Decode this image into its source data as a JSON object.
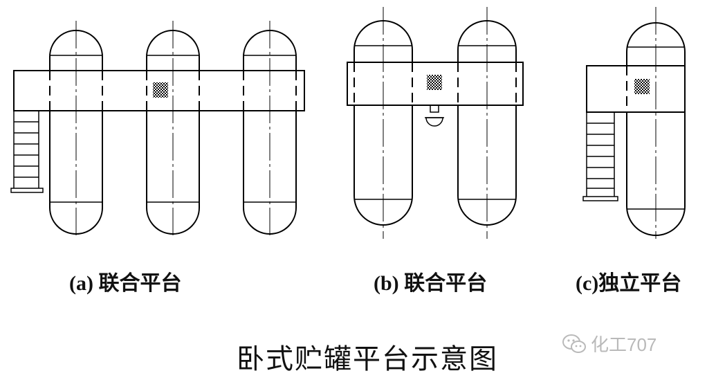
{
  "captions": {
    "a": "(a) 联合平台",
    "b": "(b) 联合平台",
    "c": "(c)独立平台"
  },
  "title": "卧式贮罐平台示意图",
  "watermark": {
    "text": "化工707",
    "icon": "wechat-icon"
  },
  "colors": {
    "stroke": "#000000",
    "watermark": "#b9b9b9"
  }
}
